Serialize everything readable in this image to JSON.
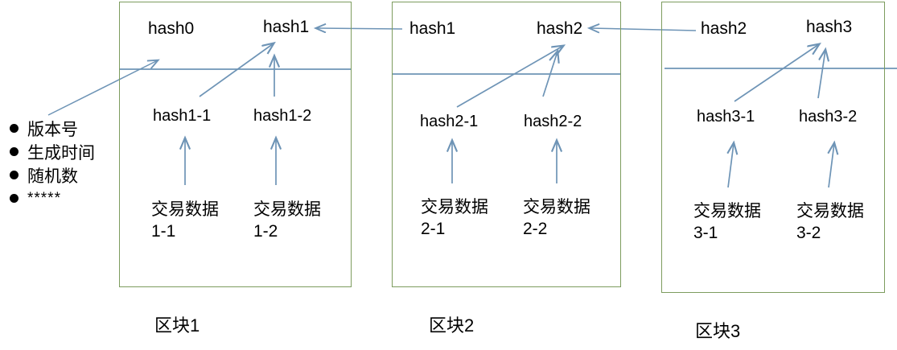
{
  "diagram": {
    "title_text": "",
    "accent_line_color": "#6e94b6",
    "block_border_color": "#7d9c5e",
    "text_color": "#000000",
    "background_color": "#ffffff",
    "header_bullets": {
      "bullet_icon": "filled-circle-bullet",
      "items": [
        {
          "label": "版本号"
        },
        {
          "label": "生成时间"
        },
        {
          "label": "随机数"
        },
        {
          "label": "*****"
        }
      ]
    },
    "blocks": [
      {
        "name": "区块1",
        "prev_hash_label": "hash0",
        "block_hash_label": "hash1",
        "merkle_children": [
          {
            "hash_label": "hash1-1",
            "tx_label": "交易数据1-1"
          },
          {
            "hash_label": "hash1-2",
            "tx_label": "交易数据1-2"
          }
        ]
      },
      {
        "name": "区块2",
        "prev_hash_label": "hash1",
        "block_hash_label": "hash2",
        "merkle_children": [
          {
            "hash_label": "hash2-1",
            "tx_label": "交易数据2-1"
          },
          {
            "hash_label": "hash2-2",
            "tx_label": "交易数据2-2"
          }
        ]
      },
      {
        "name": "区块3",
        "prev_hash_label": "hash2",
        "block_hash_label": "hash3",
        "merkle_children": [
          {
            "hash_label": "hash3-1",
            "tx_label": "交易数据3-1"
          },
          {
            "hash_label": "hash3-2",
            "tx_label": "交易数据3-2"
          }
        ]
      }
    ],
    "chain_arrows": [
      {
        "from": "区块2.hash1",
        "to": "区块1.hash1",
        "direction": "left"
      },
      {
        "from": "区块3.hash2",
        "to": "区块2.hash2",
        "direction": "left"
      }
    ]
  }
}
